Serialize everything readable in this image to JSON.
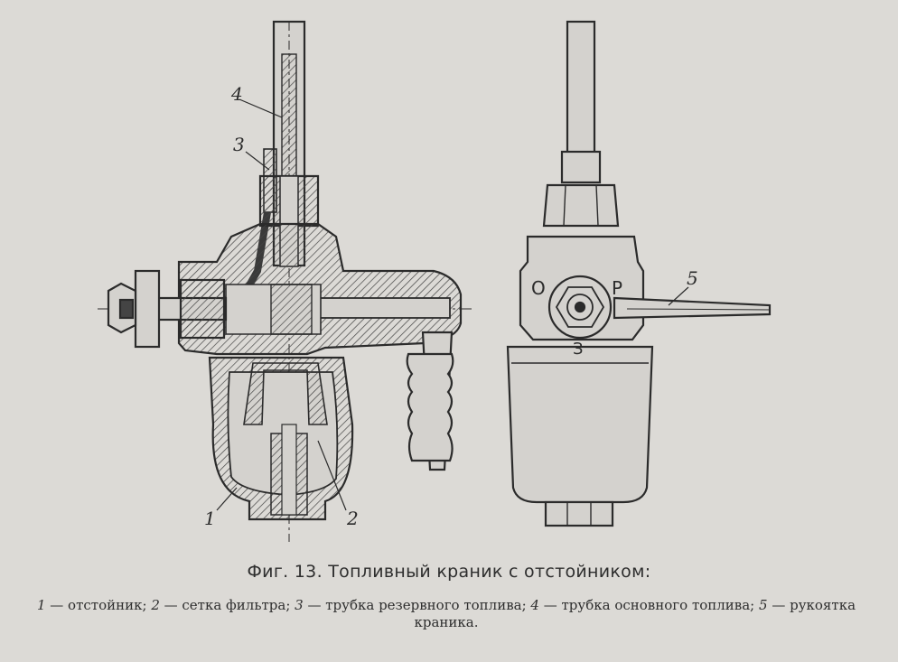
{
  "callouts": {
    "c1": "1",
    "c2": "2",
    "c3": "3",
    "c4": "4",
    "c5": "5"
  },
  "valve_markings": {
    "o": "О",
    "p": "Р",
    "z": "З"
  },
  "caption": {
    "title": "Фиг. 13. Топливный краник с отстойником:",
    "items": [
      {
        "num": "1",
        "text": " — отстойник; "
      },
      {
        "num": "2",
        "text": " — сетка фильтра; "
      },
      {
        "num": "3",
        "text": " — трубка резервного топлива; "
      },
      {
        "num": "4",
        "text": " — трубка основного топлива; "
      },
      {
        "num": "5",
        "text": " — рукоятка краника."
      }
    ]
  }
}
